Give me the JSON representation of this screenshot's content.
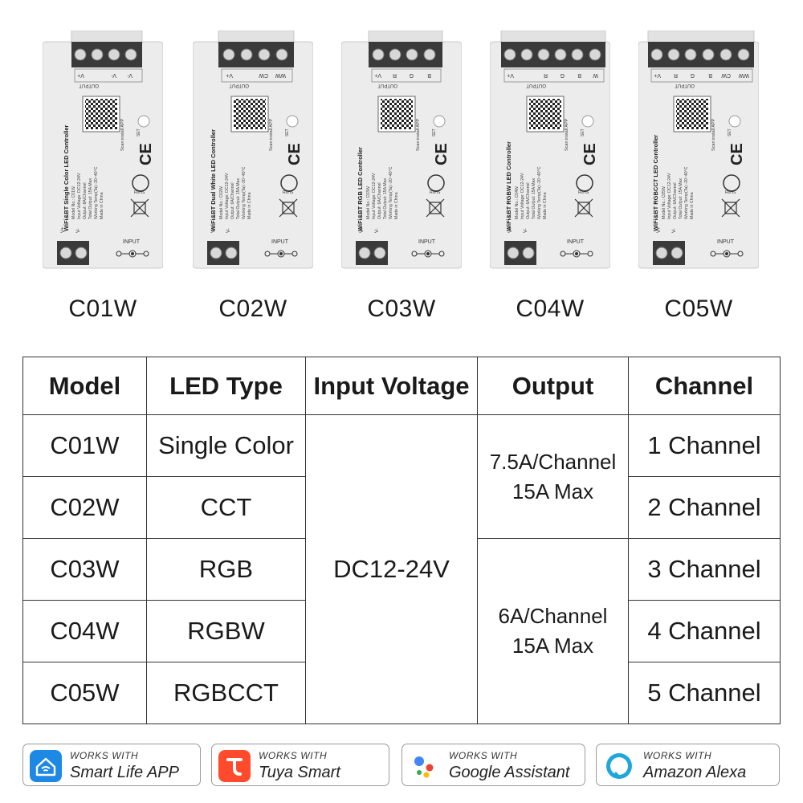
{
  "products": [
    {
      "model": "C01W",
      "device_title": "WiFi&BT Single Color LED Controller",
      "spec_lines": [
        "Model No.: C01W",
        "Input Voltage: DC12-24V",
        "Output: 8A/Channel",
        "Total Output: 15A Max",
        "Working Temp(Ta):-20~40°C",
        "Made in China"
      ],
      "output_terminals": [
        "V+",
        "V-",
        "V-"
      ]
    },
    {
      "model": "C02W",
      "device_title": "WiFi&BT Dual White LED Controller",
      "spec_lines": [
        "Model No.: C02W",
        "Input Voltage: DC12-24V",
        "Output: 6A/Channel",
        "Total Output: 15A Max",
        "Working Temp(Ta):-20~40°C",
        "Made in China"
      ],
      "output_terminals": [
        "V+",
        "CW",
        "WW"
      ]
    },
    {
      "model": "C03W",
      "device_title": "WiFi&BT RGB LED Controller",
      "spec_lines": [
        "Model No.: C03W",
        "Input Voltage: DC12-24V",
        "Output: 6A/Channel",
        "Total Output: 15A Max",
        "Working Temp(Ta):-20~40°C",
        "Made in China"
      ],
      "output_terminals": [
        "V+",
        "R",
        "G",
        "B"
      ]
    },
    {
      "model": "C04W",
      "device_title": "WiFi&BT RGBW LED Controller",
      "spec_lines": [
        "Model No.: C04W",
        "Input Voltage: DC12-24V",
        "Output: 6A/Channel",
        "Total Output: 15A Max",
        "Working Temp(Ta):-20~40°C",
        "Made in China"
      ],
      "output_terminals": [
        "V+",
        "R",
        "G",
        "B",
        "W"
      ]
    },
    {
      "model": "C05W",
      "device_title": "WiFi&BT RGBCCT LED Controller",
      "spec_lines": [
        "Model No.: C05W",
        "Input Voltage: DC12-24V",
        "Output: 6A/Channel",
        "Total Output: 15A Max",
        "Working Temp(Ta):-20~40°C",
        "Made in China"
      ],
      "output_terminals": [
        "V+",
        "R",
        "G",
        "B",
        "CW",
        "WW"
      ]
    }
  ],
  "device_text": {
    "output": "OUTPUT",
    "input": "INPUT",
    "set": "SET",
    "scan": "Scan install APP",
    "ce": "CE",
    "rohs": "RoHS",
    "in_plus": "V+",
    "in_minus": "V-"
  },
  "table": {
    "headers": [
      "Model",
      "LED Type",
      "Input Voltage",
      "Output",
      "Channel"
    ],
    "rows": [
      {
        "model": "C01W",
        "led_type": "Single Color",
        "channel": "1 Channel"
      },
      {
        "model": "C02W",
        "led_type": "CCT",
        "channel": "2 Channel"
      },
      {
        "model": "C03W",
        "led_type": "RGB",
        "channel": "3 Channel"
      },
      {
        "model": "C04W",
        "led_type": "RGBW",
        "channel": "4 Channel"
      },
      {
        "model": "C05W",
        "led_type": "RGBCCT",
        "channel": "5 Channel"
      }
    ],
    "input_voltage": "DC12-24V",
    "output_groups": [
      {
        "line1": "7.5A/Channel",
        "line2": "15A Max"
      },
      {
        "line1": "6A/Channel",
        "line2": "15A Max"
      }
    ]
  },
  "badges": [
    {
      "works_with": "WORKS WITH",
      "brand": "Smart  Life APP",
      "icon": "smart-life-house-icon",
      "color": "#1e88e5"
    },
    {
      "works_with": "WORKS WITH",
      "brand": "Tuya Smart",
      "icon": "tuya-t-icon",
      "color": "#ff4b2b"
    },
    {
      "works_with": "WORKS WITH",
      "brand": "Google Assistant",
      "icon": "google-assistant-dots-icon",
      "color": "#4285f4"
    },
    {
      "works_with": "WORKS WITH",
      "brand": "Amazon Alexa",
      "icon": "alexa-ring-icon",
      "color": "#1fa7dc"
    }
  ]
}
